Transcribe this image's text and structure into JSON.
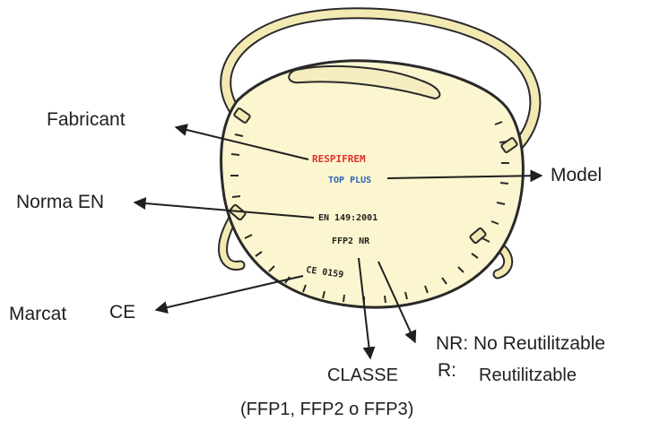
{
  "mask_print": {
    "brand": "RESPIFREM",
    "model": "TOP PLUS",
    "standard": "EN 149:2001",
    "class": "FFP2 NR",
    "ce": "CE 0159"
  },
  "labels": {
    "manufacturer": "Fabricant",
    "model": "Model",
    "standard": "Norma EN",
    "ce_mark_1": "Marcat",
    "ce_mark_2": "CE",
    "nr_line": "NR: No  Reutilitzable",
    "r_prefix": "R:",
    "r_text": "Reutilitzable",
    "class_title": "CLASSE",
    "class_options": "(FFP1, FFP2 o FFP3)"
  },
  "colors": {
    "mask_fill": "#fbf6cf",
    "strap": "#f3e9b3",
    "outline": "#2a2a2a",
    "brand_text": "#e0302a",
    "model_text": "#2b63b8"
  }
}
